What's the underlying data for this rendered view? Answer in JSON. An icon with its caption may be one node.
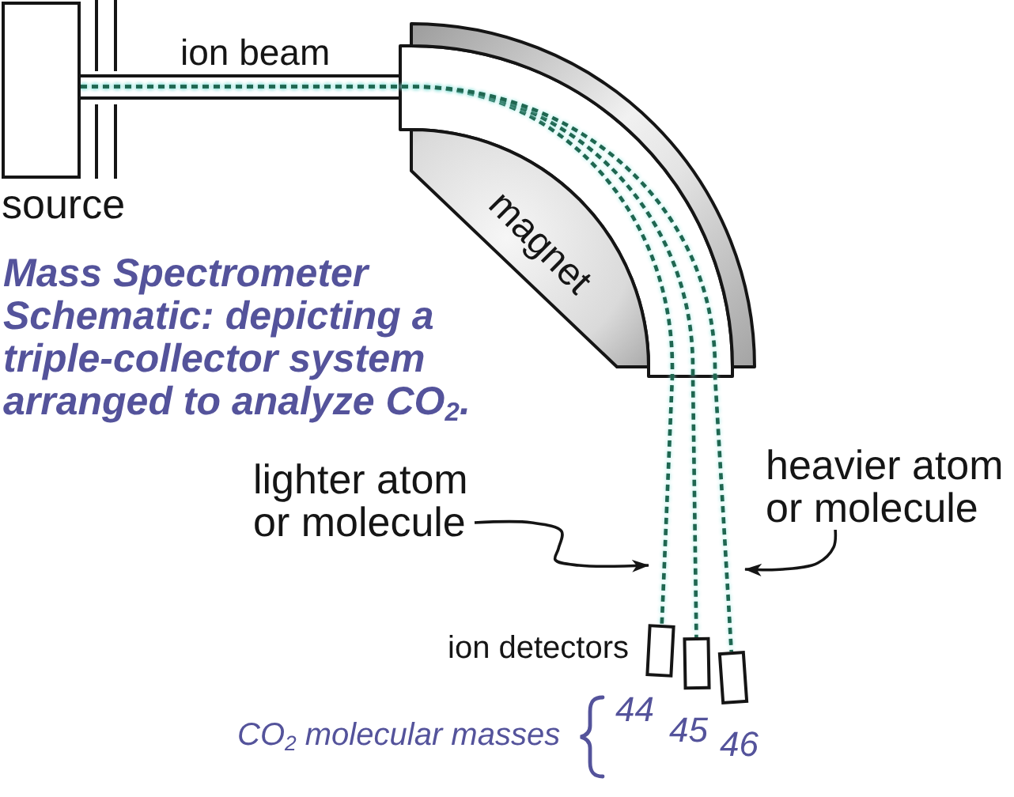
{
  "diagram": {
    "caption": "Mass Spectrometer Schematic: depicting a triple-collector system arranged to analyze CO$_{2}$.",
    "nodes": [
      {
        "text": [
          "source"
        ]
      },
      {
        "text": [
          "magnet"
        ]
      },
      {
        "text": [
          "lighter atom or molecule"
        ]
      },
      {
        "text": [
          "heavier atom or molecule"
        ]
      },
      {
        "text": [],
        "shape": "box"
      },
      {
        "text": [],
        "shape": "box"
      },
      {
        "text": [],
        "shape": "box"
      }
    ],
    "edges": [
      {
        "from": 0,
        "to": 4,
        "arrow": "none",
        "style": "dashed",
        "color": "#1f6650"
      },
      {
        "from": 0,
        "to": 5,
        "arrow": "none",
        "style": "dashed",
        "color": "#1f6650"
      },
      {
        "from": 0,
        "to": 6,
        "arrow": "none",
        "style": "dashed",
        "color": "#1f6650"
      },
      {
        "from": 2,
        "to": null,
        "arrow": "to"
      },
      {
        "from": 3,
        "to": null,
        "arrow": "to"
      }
    ],
    "labels": [
      "ion beam",
      "ion detectors",
      "CO$_{2}$ molecular masses",
      "44",
      "45",
      "46"
    ]
  }
}
